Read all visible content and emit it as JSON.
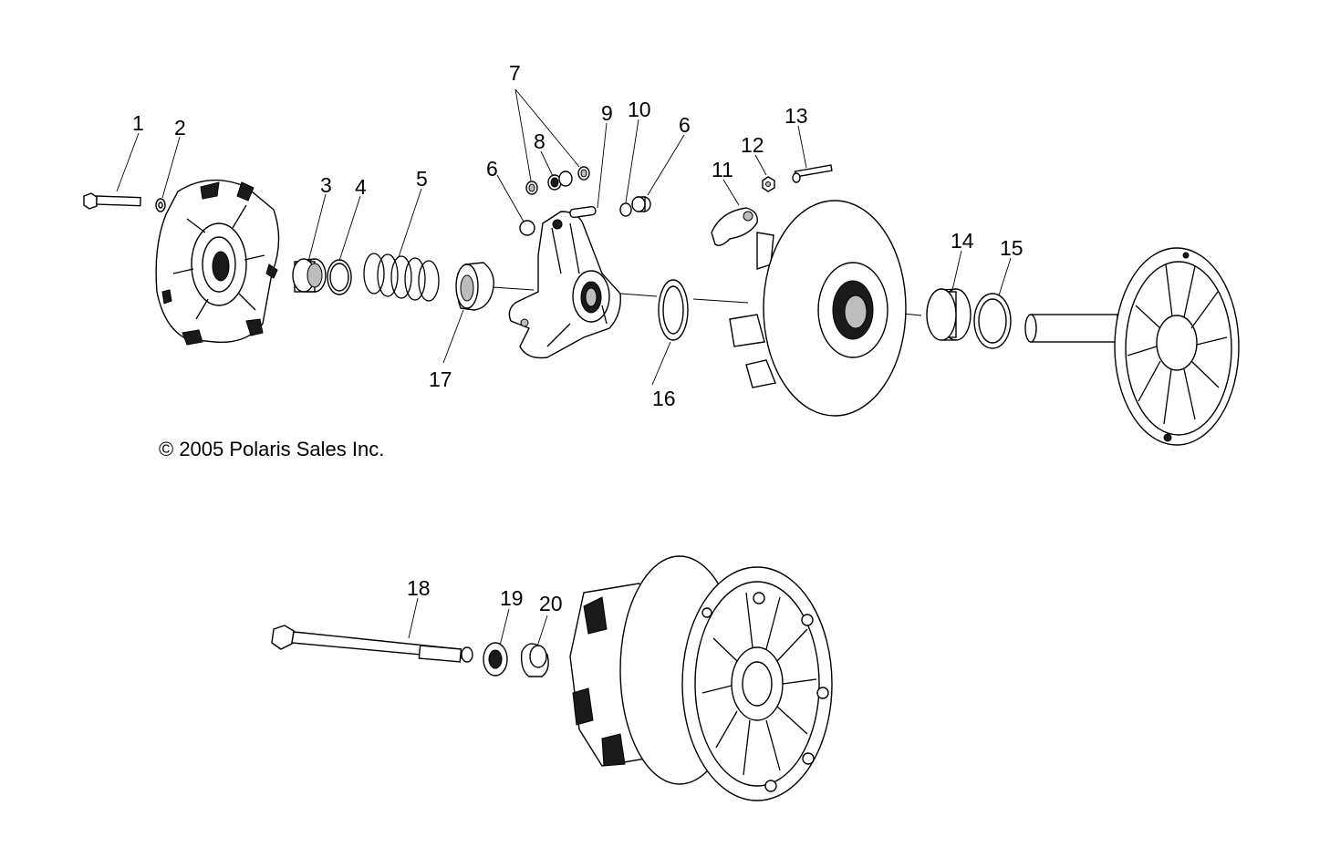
{
  "copyright": "© 2005 Polaris Sales Inc.",
  "callouts": {
    "c1": "1",
    "c2": "2",
    "c3": "3",
    "c4": "4",
    "c5": "5",
    "c6a": "6",
    "c6b": "6",
    "c7": "7",
    "c8": "8",
    "c9": "9",
    "c10": "10",
    "c11": "11",
    "c12": "12",
    "c13": "13",
    "c14": "14",
    "c15": "15",
    "c16": "16",
    "c17": "17",
    "c18": "18",
    "c19": "19",
    "c20": "20"
  }
}
